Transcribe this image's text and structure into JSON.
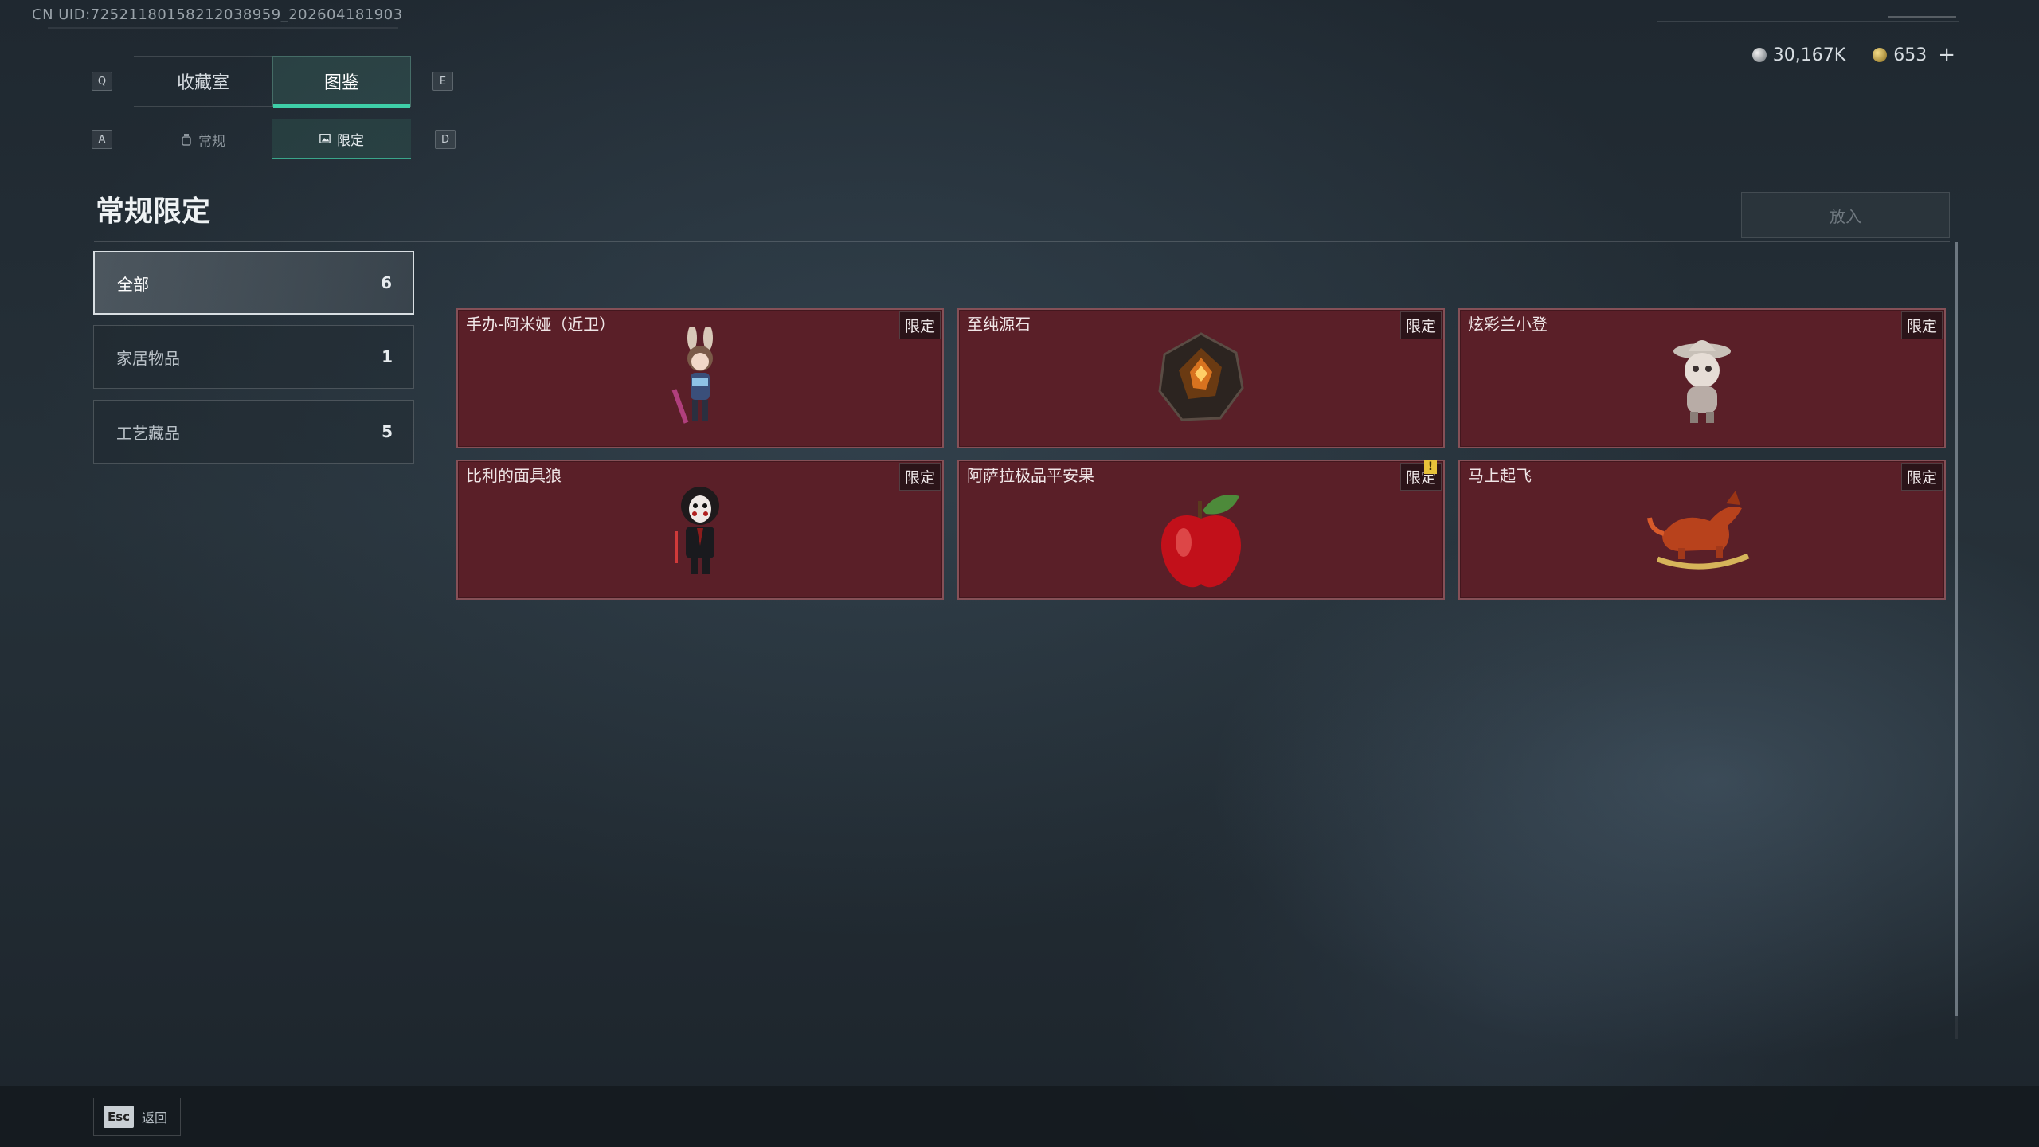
{
  "header": {
    "uid": "CN UID:7252118015821203895​9_202604181903"
  },
  "currency": {
    "silver": "30,167K",
    "gold": "653",
    "add": "+"
  },
  "keys": {
    "prev_tab": "Q",
    "next_tab": "E",
    "prev_sub": "A",
    "next_sub": "D"
  },
  "main_tabs": [
    {
      "label": "收藏室"
    },
    {
      "label": "图鉴"
    }
  ],
  "sub_tabs": [
    {
      "label": "常规"
    },
    {
      "label": "限定"
    }
  ],
  "page": {
    "title": "常规限定",
    "put_button": "放入"
  },
  "categories": [
    {
      "label": "全部",
      "count": "6"
    },
    {
      "label": "家居物品",
      "count": "1"
    },
    {
      "label": "工艺藏品",
      "count": "5"
    }
  ],
  "items": [
    {
      "name": "手办-阿米娅（近卫）",
      "tag": "限定",
      "icon": "figurine-icon"
    },
    {
      "name": "至纯源石",
      "tag": "限定",
      "icon": "gem-icon"
    },
    {
      "name": "炫彩兰小登",
      "tag": "限定",
      "icon": "doll-icon"
    },
    {
      "name": "比利的面具狼",
      "tag": "限定",
      "icon": "puppet-icon"
    },
    {
      "name": "阿萨拉极品平安果",
      "tag": "限定",
      "icon": "apple-icon",
      "alert": "!"
    },
    {
      "name": "马上起飞",
      "tag": "限定",
      "icon": "rocking-horse-icon"
    }
  ],
  "footer": {
    "esc_key": "Esc",
    "esc_label": "返回"
  },
  "colors": {
    "accent": "#3ecfa8",
    "card_bg": "#5a1f28",
    "alert": "#e8c13a"
  }
}
